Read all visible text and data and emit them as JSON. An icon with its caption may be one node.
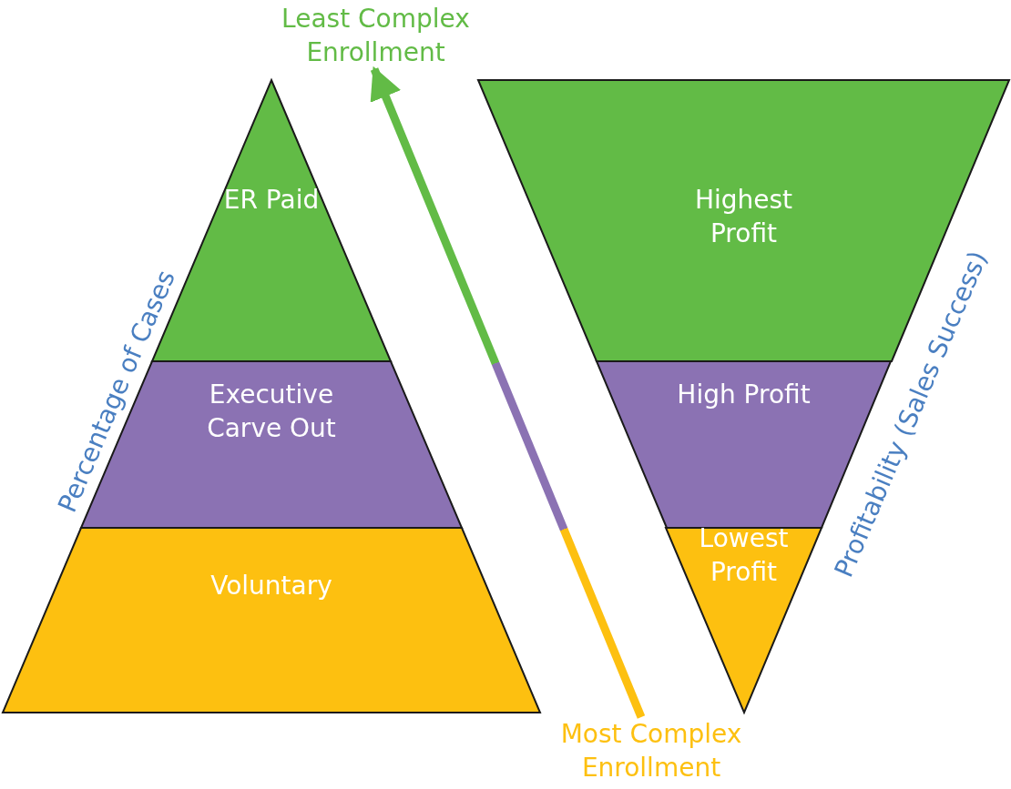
{
  "diagram": {
    "nodes": [
      {
        "text": [
          "ER Paid"
        ]
      },
      {
        "text": [
          "Executive Carve Out"
        ]
      },
      {
        "text": [
          "Voluntary"
        ]
      },
      {
        "text": [
          "Highest Profit"
        ]
      },
      {
        "text": [
          "High Profit"
        ]
      },
      {
        "text": [
          "Lowest Profit"
        ]
      },
      {
        "text": [
          "Least Complex Enrollment"
        ]
      },
      {
        "text": [
          "Most Complex Enrollment"
        ]
      }
    ],
    "edges": [
      {
        "from": 7,
        "to": 6,
        "arrow": "to"
      }
    ],
    "labels": [
      "Percentage of Cases",
      "Profitability (Sales Success)"
    ]
  }
}
